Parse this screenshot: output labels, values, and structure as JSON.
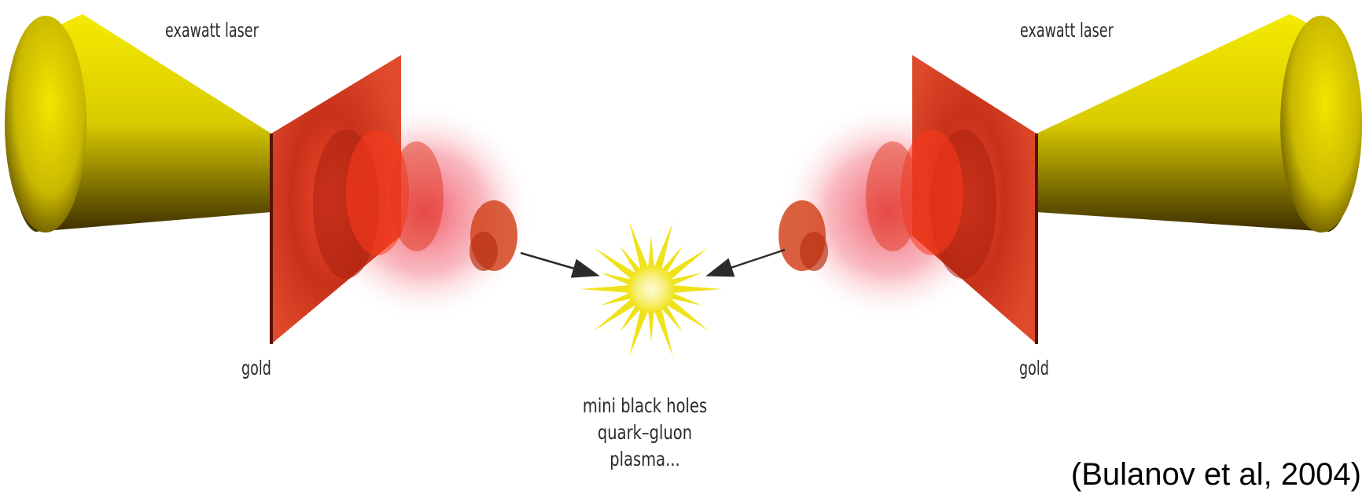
{
  "labels": {
    "laser_left": "exawatt laser",
    "laser_right": "exawatt laser",
    "gold_left": "gold",
    "gold_right": "gold",
    "products": [
      "mini black holes",
      "quark–gluon",
      "plasma..."
    ]
  },
  "citation": "(Bulanov et al, 2004)",
  "colors": {
    "laser_yellow": "#f2e600",
    "laser_shadow": "#3a2d00",
    "gold_target": "#d8361c",
    "plasma_pink": "#f5b8bd",
    "burst_yellow": "#f0e21a",
    "arrow": "#2b2b2b"
  },
  "icons": [
    "laser-cone-icon",
    "gold-target-icon",
    "plasma-cloud-icon",
    "collision-burst-icon",
    "arrow-icon"
  ]
}
